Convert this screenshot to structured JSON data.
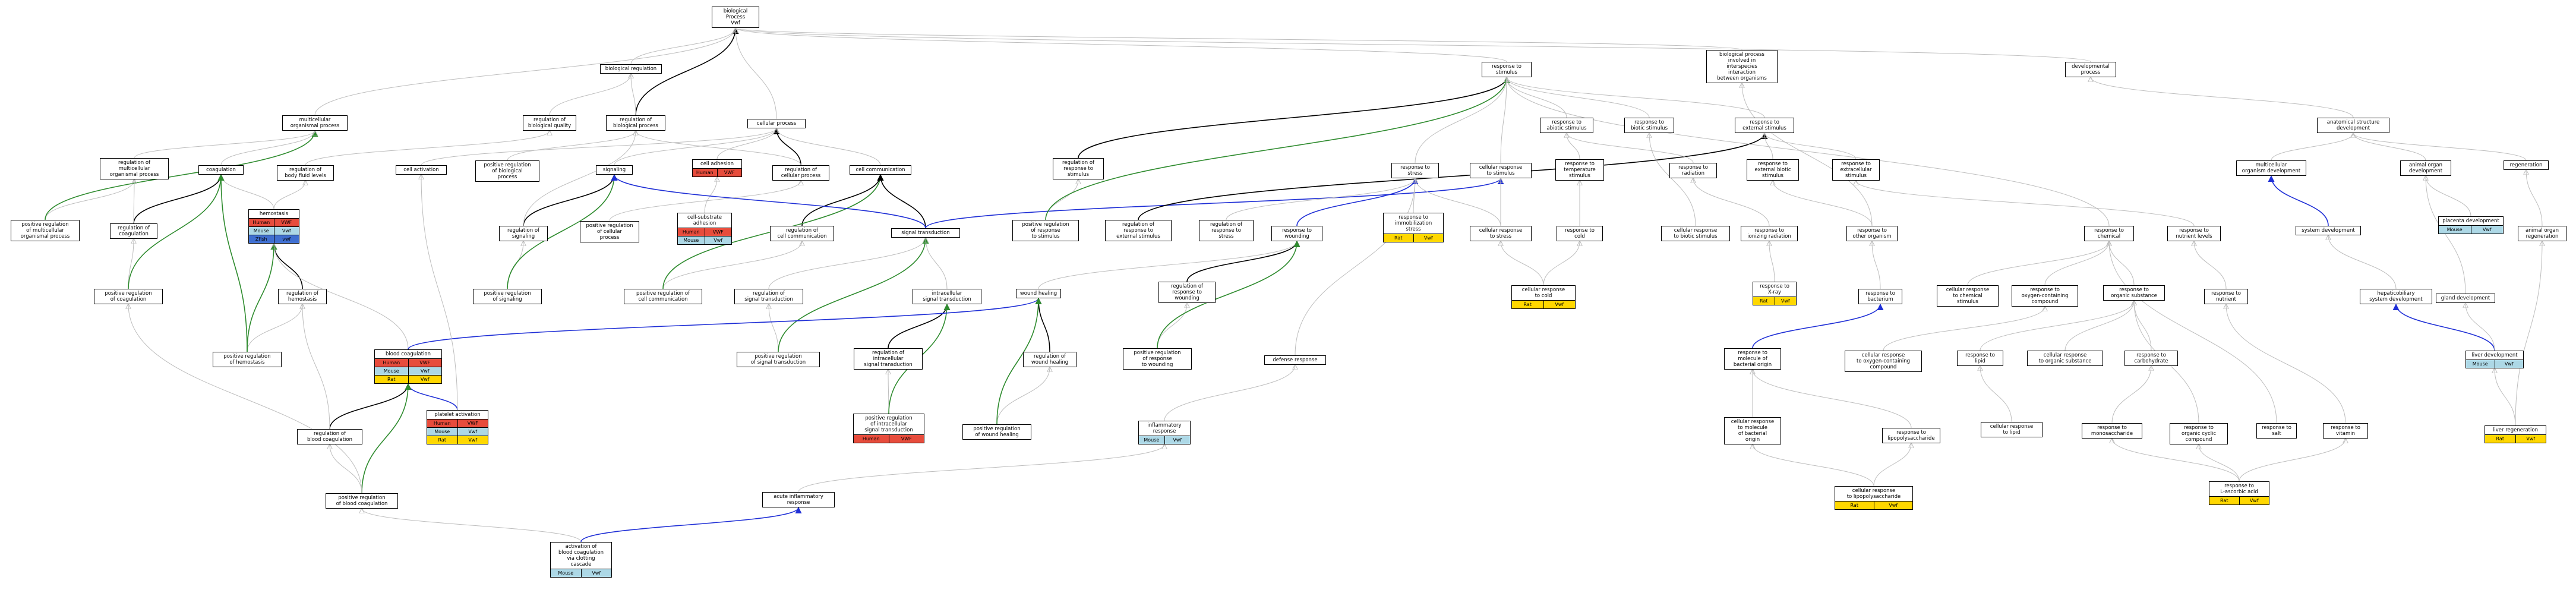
{
  "colors": {
    "human": "#e74c3c",
    "mouse": "#add8e6",
    "rat": "#ffd700",
    "zfin": "#3f6fd0",
    "edge_gray": "#bdbdbd",
    "edge_black": "#000000",
    "edge_green": "#2e8b2e",
    "edge_blue": "#1f2fd6"
  },
  "nodes": {
    "biological_process": {
      "label": "biological Process\nVwf"
    },
    "biological_regulation": {
      "label": "biological regulation"
    },
    "regulation_of_biological_quality": {
      "label": "regulation of\nbiological quality"
    },
    "regulation_of_biological_process": {
      "label": "regulation of\nbiological process"
    },
    "multicellular_organismal_process": {
      "label": "multicellular\norganismal process"
    },
    "regulation_of_multicellular_organismal_process": {
      "label": "regulation of\nmulticellular\norganismal process"
    },
    "positive_regulation_of_multicellular_organismal_process": {
      "label": "positive regulation\nof multicellular\norganismal process"
    },
    "coagulation": {
      "label": "coagulation"
    },
    "regulation_of_coagulation": {
      "label": "regulation of\ncoagulation"
    },
    "positive_regulation_of_coagulation": {
      "label": "positive regulation\nof coagulation"
    },
    "regulation_of_body_fluid_levels": {
      "label": "regulation of\nbody fluid levels"
    },
    "hemostasis": {
      "label": "hemostasis",
      "species": [
        "Human",
        "VWF",
        "Mouse",
        "Vwf",
        "Zfish",
        "vwf"
      ]
    },
    "regulation_of_hemostasis": {
      "label": "regulation of\nhemostasis"
    },
    "positive_regulation_of_hemostasis": {
      "label": "positive regulation\nof hemostasis"
    },
    "cell_activation": {
      "label": "cell activation"
    },
    "positive_regulation_of_biological_process": {
      "label": "positive regulation\nof biological\nprocess"
    },
    "cellular_process": {
      "label": "cellular process"
    },
    "signaling": {
      "label": "signaling"
    },
    "regulation_of_signaling": {
      "label": "regulation of\nsignaling"
    },
    "positive_regulation_of_signaling": {
      "label": "positive regulation\nof signaling"
    },
    "positive_regulation_of_cellular_process": {
      "label": "positive regulation\nof cellular\nprocess"
    },
    "cell_adhesion": {
      "label": "cell adhesion",
      "species": [
        "Human",
        "VWF"
      ]
    },
    "cell_substrate_adhesion": {
      "label": "cell-substrate\nadhesion",
      "species": [
        "Human",
        "VWF",
        "Mouse",
        "Vwf"
      ]
    },
    "regulation_of_cellular_process": {
      "label": "regulation of\ncellular process"
    },
    "cell_communication": {
      "label": "cell communication"
    },
    "regulation_of_cell_communication": {
      "label": "regulation of\ncell communication"
    },
    "positive_regulation_of_cell_communication": {
      "label": "positive regulation of\ncell communication"
    },
    "signal_transduction": {
      "label": "signal transduction"
    },
    "regulation_of_signal_transduction": {
      "label": "regulation of\nsignal transduction"
    },
    "positive_regulation_of_signal_transduction": {
      "label": "positive regulation\nof signal transduction"
    },
    "intracellular_signal_transduction": {
      "label": "intracellular\nsignal transduction"
    },
    "regulation_of_intracellular_signal_transduction": {
      "label": "regulation of\nintracellular\nsignal transduction"
    },
    "positive_regulation_of_intracellular_signal_transduction": {
      "label": "positive regulation\nof intracellular\nsignal transduction",
      "species": [
        "Human",
        "VWF"
      ]
    },
    "blood_coagulation": {
      "label": "blood coagulation",
      "species": [
        "Human",
        "VWF",
        "Mouse",
        "Vwf",
        "Rat",
        "Vwf"
      ]
    },
    "platelet_activation": {
      "label": "platelet activation",
      "species": [
        "Human",
        "VWF",
        "Mouse",
        "Vwf",
        "Rat",
        "Vwf"
      ]
    },
    "regulation_of_blood_coagulation": {
      "label": "regulation of\nblood coagulation"
    },
    "positive_regulation_of_blood_coagulation": {
      "label": "positive regulation\nof blood coagulation"
    },
    "activation_of_blood_coagulation": {
      "label": "activation of\nblood coagulation\nvia clotting\ncascade",
      "species": [
        "Mouse",
        "Vwf"
      ]
    },
    "acute_inflammatory_response": {
      "label": "acute inflammatory\nresponse"
    },
    "inflammatory_response": {
      "label": "inflammatory\nresponse",
      "species": [
        "Mouse",
        "Vwf"
      ]
    },
    "wound_healing": {
      "label": "wound healing"
    },
    "regulation_of_wound_healing": {
      "label": "regulation of\nwound healing"
    },
    "positive_regulation_of_wound_healing": {
      "label": "positive regulation\nof wound healing"
    },
    "regulation_of_response_to_stimulus": {
      "label": "regulation of\nresponse to\nstimulus"
    },
    "positive_regulation_of_response_to_stimulus": {
      "label": "positive regulation\nof response\nto stimulus"
    },
    "regulation_of_response_to_external_stimulus": {
      "label": "regulation of\nresponse to\nexternal stimulus"
    },
    "regulation_of_response_to_stress": {
      "label": "regulation of\nresponse to\nstress"
    },
    "regulation_of_response_to_wounding": {
      "label": "regulation of\nresponse to\nwounding"
    },
    "positive_regulation_of_response_to_wounding": {
      "label": "positive regulation\nof response\nto wounding"
    },
    "response_to_wounding": {
      "label": "response to\nwounding"
    },
    "defense_response": {
      "label": "defense response"
    },
    "response_to_stimulus": {
      "label": "response to\nstimulus"
    },
    "response_to_stress": {
      "label": "response to\nstress"
    },
    "response_to_immobilization_stress": {
      "label": "response to\nimmobilization\nstress",
      "species": [
        "Rat",
        "Vwf"
      ]
    },
    "cellular_response_to_stimulus": {
      "label": "cellular response\nto stimulus"
    },
    "cellular_response_to_stress": {
      "label": "cellular response\nto stress"
    },
    "response_to_abiotic_stimulus": {
      "label": "response to\nabiotic stimulus"
    },
    "response_to_temperature_stimulus": {
      "label": "response to\ntemperature\nstimulus"
    },
    "response_to_cold": {
      "label": "response to\ncold"
    },
    "cellular_response_to_cold": {
      "label": "cellular response\nto cold",
      "species": [
        "Rat",
        "Vwf"
      ]
    },
    "response_to_biotic_stimulus": {
      "label": "response to\nbiotic stimulus"
    },
    "biological_process_interspecies": {
      "label": "biological process\ninvolved in\ninterspecies\ninteraction\nbetween organisms"
    },
    "response_to_external_stimulus": {
      "label": "response to\nexternal stimulus"
    },
    "response_to_radiation": {
      "label": "response to\nradiation"
    },
    "response_to_ionizing_radiation": {
      "label": "response to\nionizing radiation"
    },
    "response_to_xray": {
      "label": "response to\nX-ray",
      "species": [
        "Rat",
        "Vwf"
      ]
    },
    "response_to_external_biotic_stimulus": {
      "label": "response to\nexternal biotic\nstimulus"
    },
    "response_to_other_organism": {
      "label": "response to\nother organism"
    },
    "response_to_bacterium": {
      "label": "response to\nbacterium"
    },
    "cellular_response_to_biotic_stimulus": {
      "label": "cellular response\nto biotic stimulus"
    },
    "response_to_extracellular_stimulus": {
      "label": "response to\nextracellular\nstimulus"
    },
    "response_to_molecule_of_bacterial_origin": {
      "label": "response to\nmolecule of\nbacterial origin"
    },
    "cellular_response_to_molecule_of_bacterial_origin": {
      "label": "cellular response\nto molecule\nof bacterial\norigin"
    },
    "response_to_lipopolysaccharide": {
      "label": "response to\nlipopolysaccharide"
    },
    "cellular_response_to_lipopolysaccharide": {
      "label": "cellular response\nto lipopolysaccharide",
      "species": [
        "Rat",
        "Vwf"
      ]
    },
    "response_to_chemical": {
      "label": "response to\nchemical"
    },
    "cellular_response_to_chemical_stimulus": {
      "label": "cellular response\nto chemical\nstimulus"
    },
    "cellular_response_to_oxygen_containing_compound": {
      "label": "cellular response\nto oxygen-containing\ncompound"
    },
    "response_to_oxygen_containing_compound": {
      "label": "response to\noxygen-containing\ncompound"
    },
    "response_to_organic_substance": {
      "label": "response to\norganic substance"
    },
    "cellular_response_to_organic_substance": {
      "label": "cellular response\nto organic substance"
    },
    "response_to_lipid": {
      "label": "response to\nlipid"
    },
    "cellular_response_to_lipid": {
      "label": "cellular response\nto lipid"
    },
    "response_to_carbohydrate": {
      "label": "response to\ncarbohydrate"
    },
    "response_to_monosaccharide": {
      "label": "response to\nmonosaccharide"
    },
    "response_to_organic_cyclic_compound": {
      "label": "response to\norganic cyclic\ncompound"
    },
    "response_to_l_ascorbic_acid": {
      "label": "response to\nL-ascorbic acid",
      "species": [
        "Rat",
        "Vwf"
      ]
    },
    "response_to_nutrient_levels": {
      "label": "response to\nnutrient levels"
    },
    "response_to_nutrient": {
      "label": "response to\nnutrient"
    },
    "response_to_salt": {
      "label": "response to\nsalt"
    },
    "response_to_vitamin": {
      "label": "response to\nvitamin"
    },
    "multicellular_organism_development": {
      "label": "multicellular\norganism development"
    },
    "system_development": {
      "label": "system development"
    },
    "developmental_process": {
      "label": "developmental\nprocess"
    },
    "anatomical_structure_development": {
      "label": "anatomical structure\ndevelopment"
    },
    "animal_organ_development": {
      "label": "animal organ\ndevelopment"
    },
    "placenta_development": {
      "label": "placenta development",
      "species": [
        "Mouse",
        "Vwf"
      ]
    },
    "hepaticobiliary_system_development": {
      "label": "hepaticobiliary\nsystem development"
    },
    "gland_development": {
      "label": "gland development"
    },
    "liver_development": {
      "label": "liver development",
      "species": [
        "Mouse",
        "Vwf"
      ]
    },
    "regeneration": {
      "label": "regeneration"
    },
    "animal_organ_regeneration": {
      "label": "animal organ\nregeneration"
    },
    "liver_regeneration": {
      "label": "liver regeneration",
      "species": [
        "Rat",
        "Vwf"
      ]
    }
  }
}
